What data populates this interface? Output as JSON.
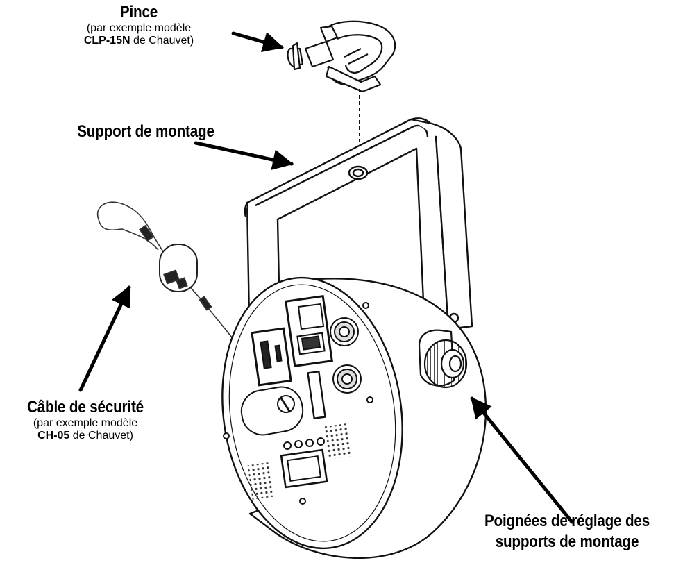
{
  "labels": {
    "pince": {
      "title": "Pince",
      "sub_prefix": "(par exemple modèle",
      "sub_model": "CLP-15N",
      "sub_suffix": " de Chauvet)"
    },
    "support": {
      "title": "Support de montage"
    },
    "cable": {
      "title": "Câble de sécurité",
      "sub_prefix": "(par exemple modèle",
      "sub_model": "CH-05",
      "sub_suffix": " de Chauvet)"
    },
    "poignees": {
      "line1": "Poignées de réglage des",
      "line2": "supports de montage"
    }
  },
  "colors": {
    "ink": "#000000",
    "line": "#1a1a1a",
    "paper": "#ffffff"
  }
}
